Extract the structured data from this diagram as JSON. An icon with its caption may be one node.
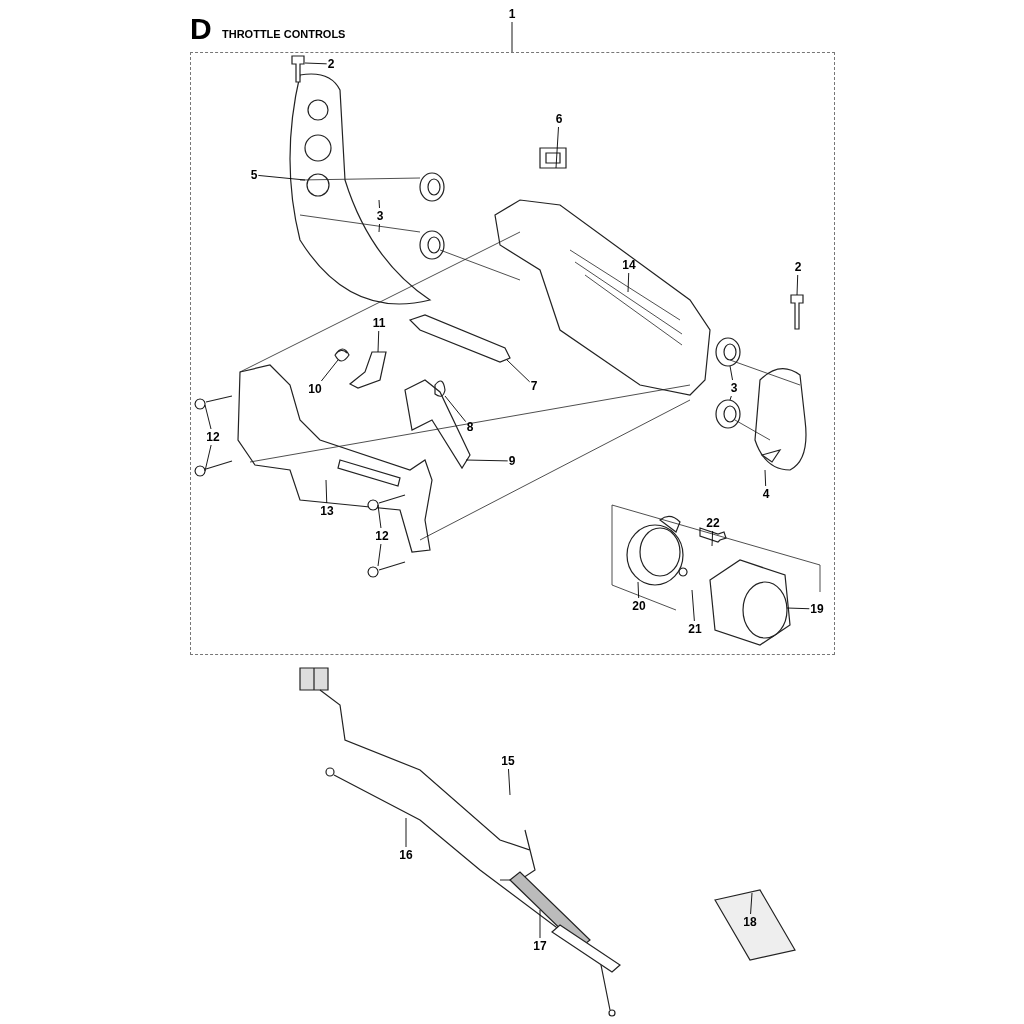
{
  "diagram": {
    "title": "THROTTLE CONTROLS",
    "labels": [
      "D"
    ],
    "nodes": [
      {
        "text": [],
        "shape": "box"
      },
      {
        "text": [
          "1"
        ]
      },
      {
        "text": [
          "2"
        ],
        "in": 0
      },
      {
        "text": [
          "5"
        ],
        "in": 0
      },
      {
        "text": [
          "3"
        ],
        "in": 0
      },
      {
        "text": [
          "6"
        ],
        "in": 0
      },
      {
        "text": [
          "14"
        ],
        "in": 0
      },
      {
        "text": [
          "2"
        ],
        "in": 0
      },
      {
        "text": [
          "11"
        ],
        "in": 0
      },
      {
        "text": [
          "10"
        ],
        "in": 0
      },
      {
        "text": [
          "7"
        ],
        "in": 0
      },
      {
        "text": [
          "8"
        ],
        "in": 0
      },
      {
        "text": [
          "3"
        ],
        "in": 0
      },
      {
        "text": [
          "12"
        ],
        "in": 0
      },
      {
        "text": [
          "9"
        ],
        "in": 0
      },
      {
        "text": [
          "13"
        ],
        "in": 0
      },
      {
        "text": [
          "12"
        ],
        "in": 0
      },
      {
        "text": [
          "4"
        ],
        "in": 0
      },
      {
        "text": [
          "22"
        ],
        "in": 0
      },
      {
        "text": [
          "20"
        ],
        "in": 0
      },
      {
        "text": [
          "21"
        ],
        "in": 0
      },
      {
        "text": [
          "19"
        ],
        "in": 0
      },
      {
        "text": [
          "15"
        ]
      },
      {
        "text": [
          "16"
        ]
      },
      {
        "text": [
          "17"
        ]
      },
      {
        "text": [
          "18"
        ]
      }
    ],
    "edges": [
      {
        "from": 1,
        "to": 0,
        "arrow": "none"
      },
      {
        "from": 2,
        "to": null,
        "arrow": "none"
      },
      {
        "from": 3,
        "to": null,
        "arrow": "none"
      },
      {
        "from": 4,
        "to": null,
        "arrow": "none"
      },
      {
        "from": 4,
        "to": null,
        "arrow": "none"
      },
      {
        "from": 5,
        "to": null,
        "arrow": "none"
      },
      {
        "from": 6,
        "to": null,
        "arrow": "none"
      },
      {
        "from": 7,
        "to": null,
        "arrow": "none"
      },
      {
        "from": 8,
        "to": null,
        "arrow": "none"
      },
      {
        "from": 9,
        "to": null,
        "arrow": "none"
      },
      {
        "from": 10,
        "to": null,
        "arrow": "none"
      },
      {
        "from": 11,
        "to": null,
        "arrow": "none"
      },
      {
        "from": 12,
        "to": null,
        "arrow": "none"
      },
      {
        "from": 12,
        "to": null,
        "arrow": "none"
      },
      {
        "from": 13,
        "to": null,
        "arrow": "none"
      },
      {
        "from": 13,
        "to": null,
        "arrow": "none"
      },
      {
        "from": 14,
        "to": null,
        "arrow": "none"
      },
      {
        "from": 15,
        "to": null,
        "arrow": "none"
      },
      {
        "from": 16,
        "to": null,
        "arrow": "none"
      },
      {
        "from": 16,
        "to": null,
        "arrow": "none"
      },
      {
        "from": 17,
        "to": null,
        "arrow": "none"
      },
      {
        "from": 18,
        "to": null,
        "arrow": "none"
      },
      {
        "from": 19,
        "to": null,
        "arrow": "none"
      },
      {
        "from": 20,
        "to": null,
        "arrow": "none"
      },
      {
        "from": 21,
        "to": null,
        "arrow": "none"
      },
      {
        "from": 22,
        "to": null,
        "arrow": "none"
      },
      {
        "from": 23,
        "to": null,
        "arrow": "none"
      },
      {
        "from": 24,
        "to": null,
        "arrow": "none"
      },
      {
        "from": 25,
        "to": null,
        "arrow": "none"
      }
    ]
  }
}
